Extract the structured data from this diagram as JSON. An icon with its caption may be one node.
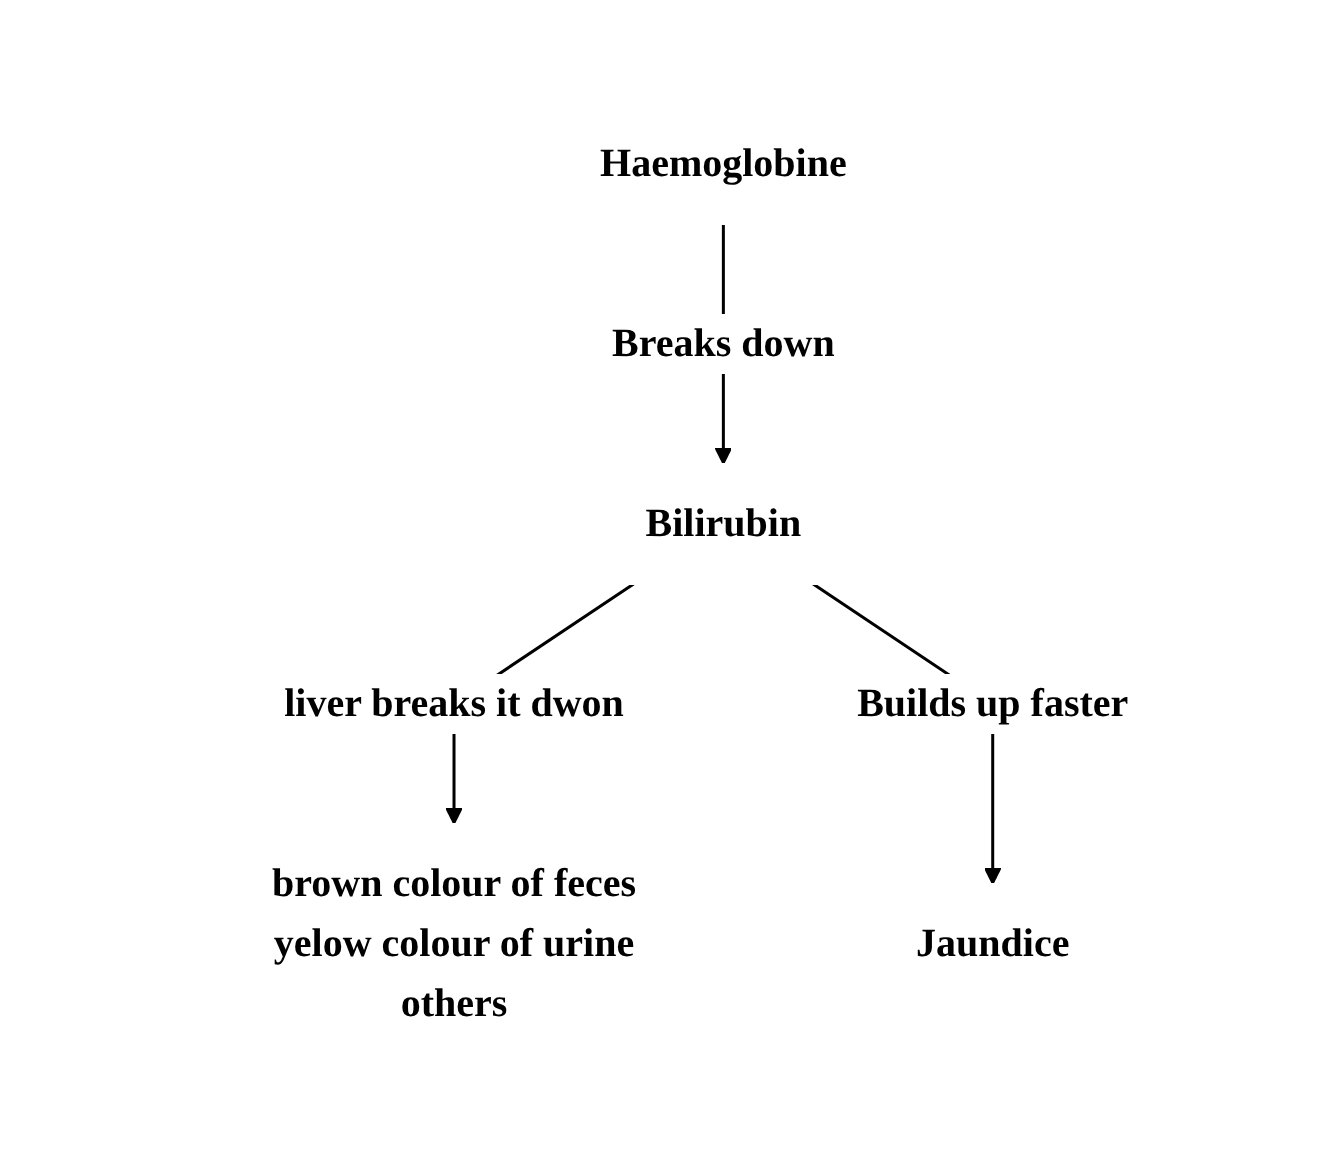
{
  "diagram": {
    "nodes": [
      {
        "text": [
          "Haemoglobine"
        ]
      },
      {
        "text": [
          "Bilirubin"
        ]
      },
      {
        "text": [
          "brown colour of feces",
          "yelow colour of urine",
          "others"
        ]
      },
      {
        "text": [
          "Jaundice"
        ]
      }
    ],
    "edges": [
      {
        "from": 0,
        "to": 1,
        "arrow": "to",
        "label": "Breaks down"
      },
      {
        "from": 1,
        "to": 2,
        "arrow": "to",
        "label": "liver breaks it dwon"
      },
      {
        "from": 1,
        "to": 3,
        "arrow": "to",
        "label": "Builds up faster"
      }
    ]
  }
}
